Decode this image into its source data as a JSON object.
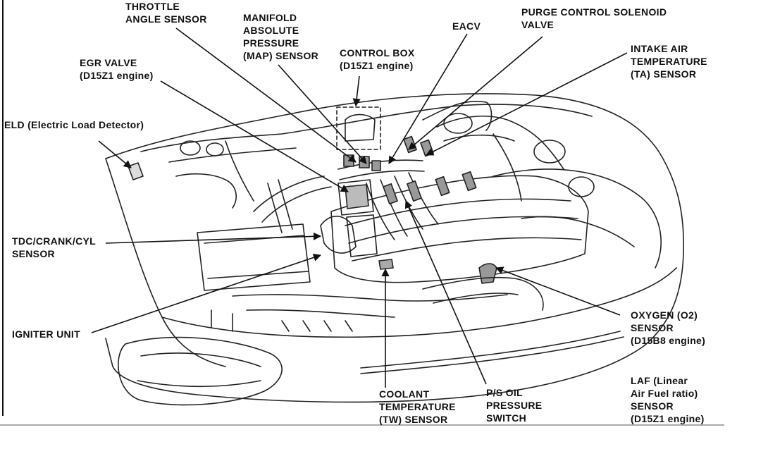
{
  "labels": {
    "throttle_angle_sensor": [
      "THROTTLE",
      "ANGLE SENSOR"
    ],
    "map_sensor": [
      "MANIFOLD",
      "ABSOLUTE",
      "PRESSURE",
      "(MAP) SENSOR"
    ],
    "eacv": [
      "EACV"
    ],
    "purge_control_solenoid": [
      "PURGE CONTROL SOLENOID",
      "VALVE"
    ],
    "egr_valve": [
      "EGR VALVE",
      "(D15Z1 engine)"
    ],
    "control_box": [
      "CONTROL BOX",
      "(D15Z1 engine)"
    ],
    "intake_air_temp_sensor": [
      "INTAKE AIR",
      "TEMPERATURE",
      "(TA) SENSOR"
    ],
    "eld": [
      "ELD (Electric Load Detector)"
    ],
    "tdc_crank_cyl_sensor": [
      "TDC/CRANK/CYL",
      "SENSOR"
    ],
    "igniter_unit": [
      "IGNITER UNIT"
    ],
    "oxygen_sensor": [
      "OXYGEN (O2)",
      "SENSOR",
      "(D15B8 engine)"
    ],
    "coolant_temp_sensor": [
      "COOLANT",
      "TEMPERATURE",
      "(TW) SENSOR"
    ],
    "ps_oil_pressure_switch": [
      "P/S OIL",
      "PRESSURE",
      "SWITCH"
    ],
    "laf_sensor": [
      "LAF (Linear",
      "Air Fuel ratio)",
      "SENSOR",
      "(D15Z1 engine)"
    ]
  }
}
